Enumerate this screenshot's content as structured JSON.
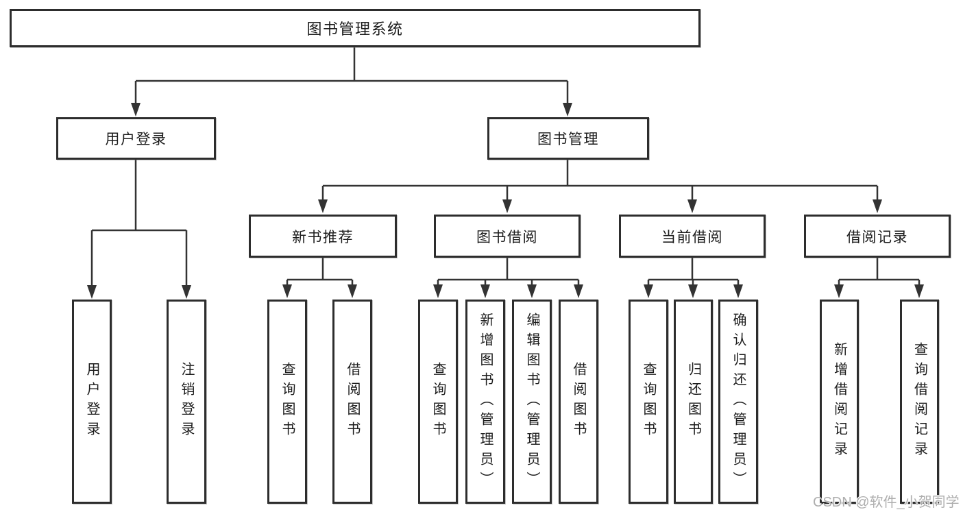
{
  "tree": {
    "root": {
      "label": "图书管理系统"
    },
    "branches": [
      {
        "label": "用户登录",
        "children": [
          {
            "label": "用户登录"
          },
          {
            "label": "注销登录"
          }
        ]
      },
      {
        "label": "图书管理",
        "children": [
          {
            "label": "新书推荐",
            "children": [
              {
                "label": "查询图书"
              },
              {
                "label": "借阅图书"
              }
            ]
          },
          {
            "label": "图书借阅",
            "children": [
              {
                "label": "查询图书"
              },
              {
                "label": "新增图书（管理员）"
              },
              {
                "label": "编辑图书（管理员）"
              },
              {
                "label": "借阅图书"
              }
            ]
          },
          {
            "label": "当前借阅",
            "children": [
              {
                "label": "查询图书"
              },
              {
                "label": "归还图书"
              },
              {
                "label": "确认归还（管理员）"
              }
            ]
          },
          {
            "label": "借阅记录",
            "children": [
              {
                "label": "新增借阅记录"
              },
              {
                "label": "查询借阅记录"
              }
            ]
          }
        ]
      }
    ]
  },
  "watermark": "CSDN @软件_小贺同学",
  "colors": {
    "line": "#333333",
    "box_border": "#2d2d2d",
    "box_background": "#ffffff",
    "text": "#1c1c1c",
    "watermark": "#aeaeae"
  }
}
